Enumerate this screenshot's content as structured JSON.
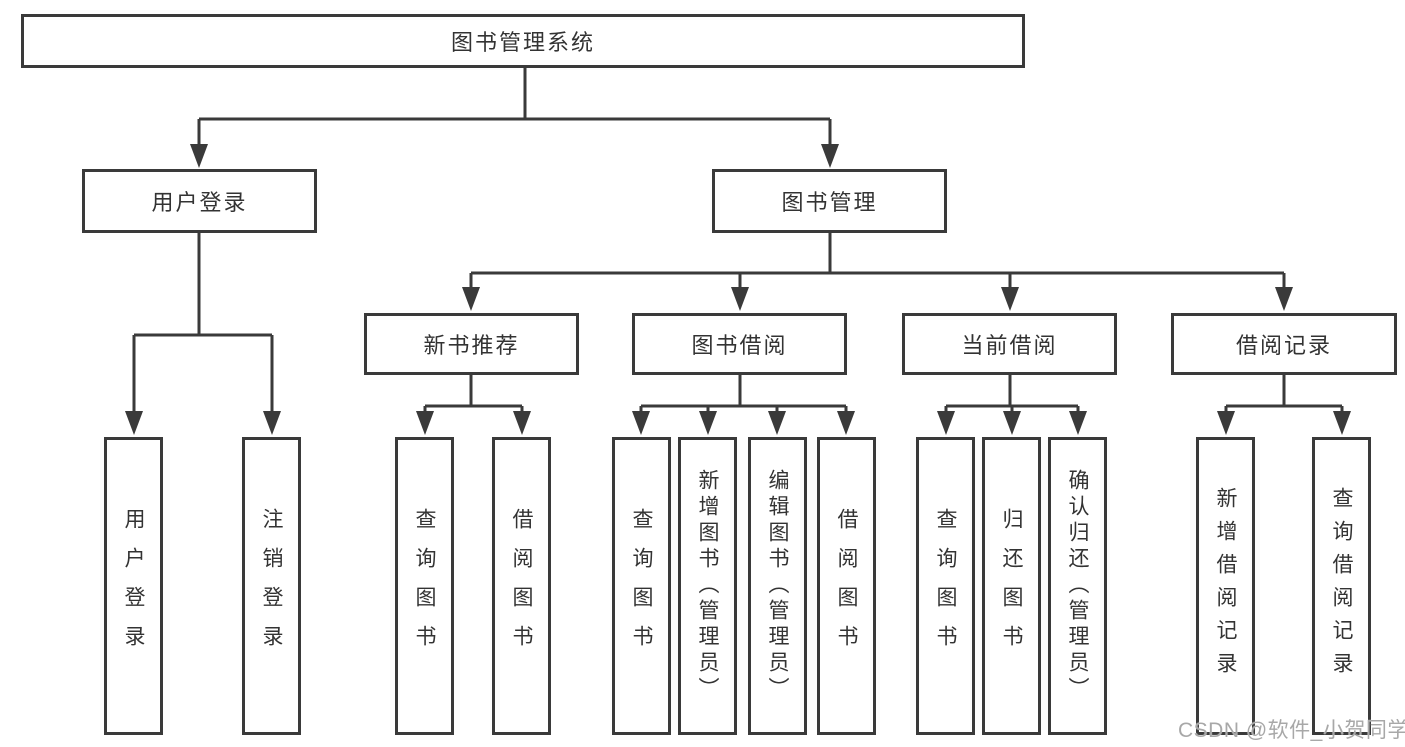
{
  "diagram": {
    "title": "图书管理系统",
    "nodes": {
      "root": {
        "label": "图书管理系统"
      },
      "user_login": {
        "label": "用户登录"
      },
      "book_mgmt": {
        "label": "图书管理"
      },
      "new_book_rec": {
        "label": "新书推荐"
      },
      "book_borrow": {
        "label": "图书借阅"
      },
      "current_borrow": {
        "label": "当前借阅"
      },
      "borrow_record": {
        "label": "借阅记录"
      },
      "login": {
        "label": "用户登录"
      },
      "logout": {
        "label": "注销登录"
      },
      "nb_query": {
        "label": "查询图书"
      },
      "nb_borrow": {
        "label": "借阅图书"
      },
      "bb_query": {
        "label": "查询图书"
      },
      "bb_add": {
        "label": "新增图书（管理员）"
      },
      "bb_edit": {
        "label": "编辑图书（管理员）"
      },
      "bb_borrow": {
        "label": "借阅图书"
      },
      "cb_query": {
        "label": "查询图书"
      },
      "cb_return": {
        "label": "归还图书"
      },
      "cb_confirm": {
        "label": "确认归还（管理员）"
      },
      "br_add": {
        "label": "新增借阅记录"
      },
      "br_query": {
        "label": "查询借阅记录"
      }
    },
    "edges": [
      {
        "from": "root",
        "to": [
          "user_login",
          "book_mgmt"
        ]
      },
      {
        "from": "user_login",
        "to": [
          "login",
          "logout"
        ]
      },
      {
        "from": "book_mgmt",
        "to": [
          "new_book_rec",
          "book_borrow",
          "current_borrow",
          "borrow_record"
        ]
      },
      {
        "from": "new_book_rec",
        "to": [
          "nb_query",
          "nb_borrow"
        ]
      },
      {
        "from": "book_borrow",
        "to": [
          "bb_query",
          "bb_add",
          "bb_edit",
          "bb_borrow"
        ]
      },
      {
        "from": "current_borrow",
        "to": [
          "cb_query",
          "cb_return",
          "cb_confirm"
        ]
      },
      {
        "from": "borrow_record",
        "to": [
          "br_add",
          "br_query"
        ]
      }
    ]
  },
  "watermark": {
    "text": "CSDN @软件_小贺同学"
  },
  "colors": {
    "line": "#3a3a3a",
    "text": "#333333",
    "box_background": "#ffffff",
    "page_background": "#ffffff",
    "watermark": "#a8a8a8"
  }
}
